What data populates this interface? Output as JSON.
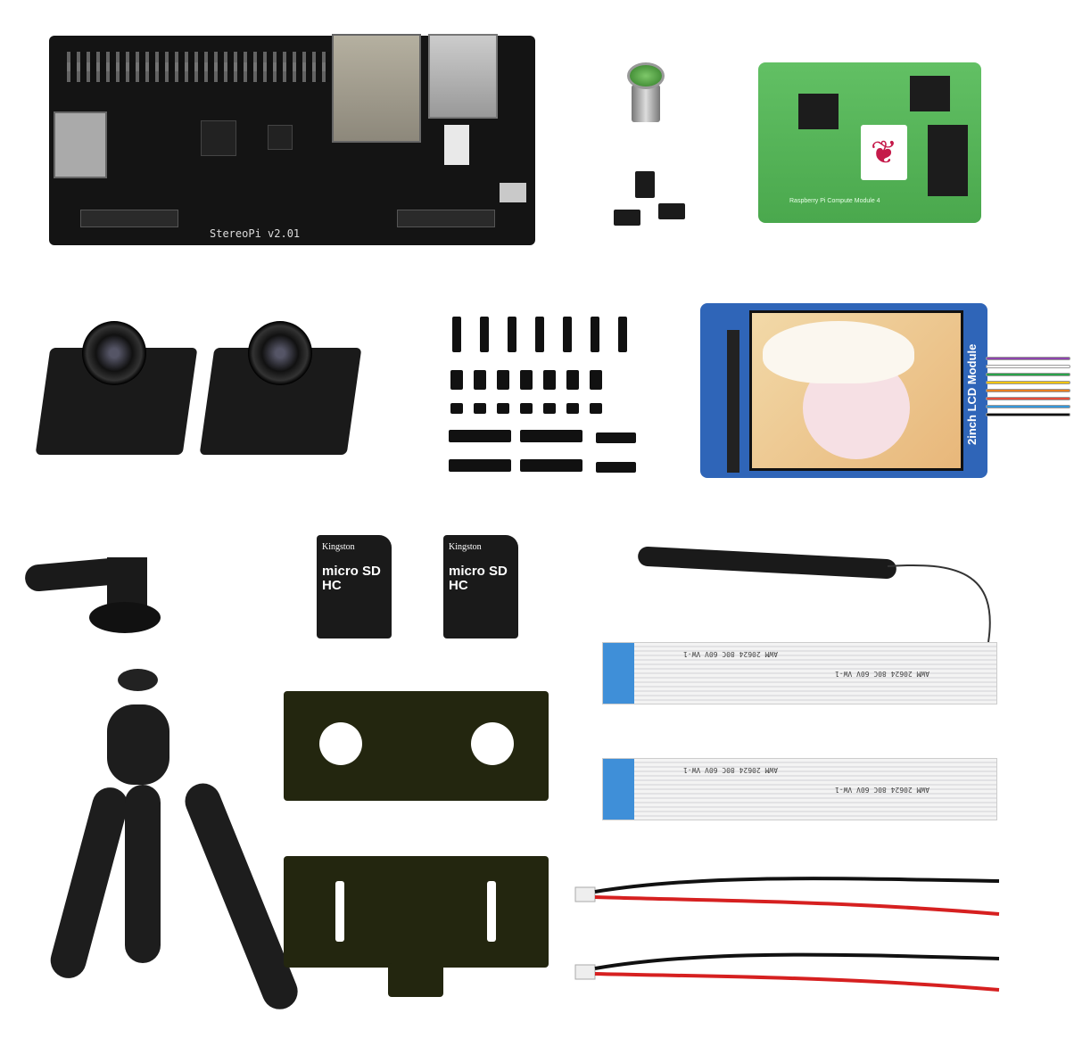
{
  "board": {
    "label": "StereoPi v2.01"
  },
  "compute_module": {
    "label": "Raspberry Pi Compute Module 4",
    "logo": "raspberry-logo",
    "logo_glyph": "❦"
  },
  "lcd": {
    "label": "2inch LCD Module"
  },
  "sd_cards": [
    {
      "brand": "Kingston",
      "type": "micro SD HC"
    },
    {
      "brand": "Kingston",
      "type": "micro SD HC"
    }
  ],
  "ribbons": [
    {
      "print": "AWM 20624 80C 60V VW-1"
    },
    {
      "print": "AWM 20624 80C 60V VW-1"
    }
  ],
  "colors": {
    "pcb": "#141414",
    "cm4": "#5cb85c",
    "lcd_board": "#2f65b8",
    "ribbon_end": "#3f8fd8",
    "wire_red": "#d62020"
  }
}
